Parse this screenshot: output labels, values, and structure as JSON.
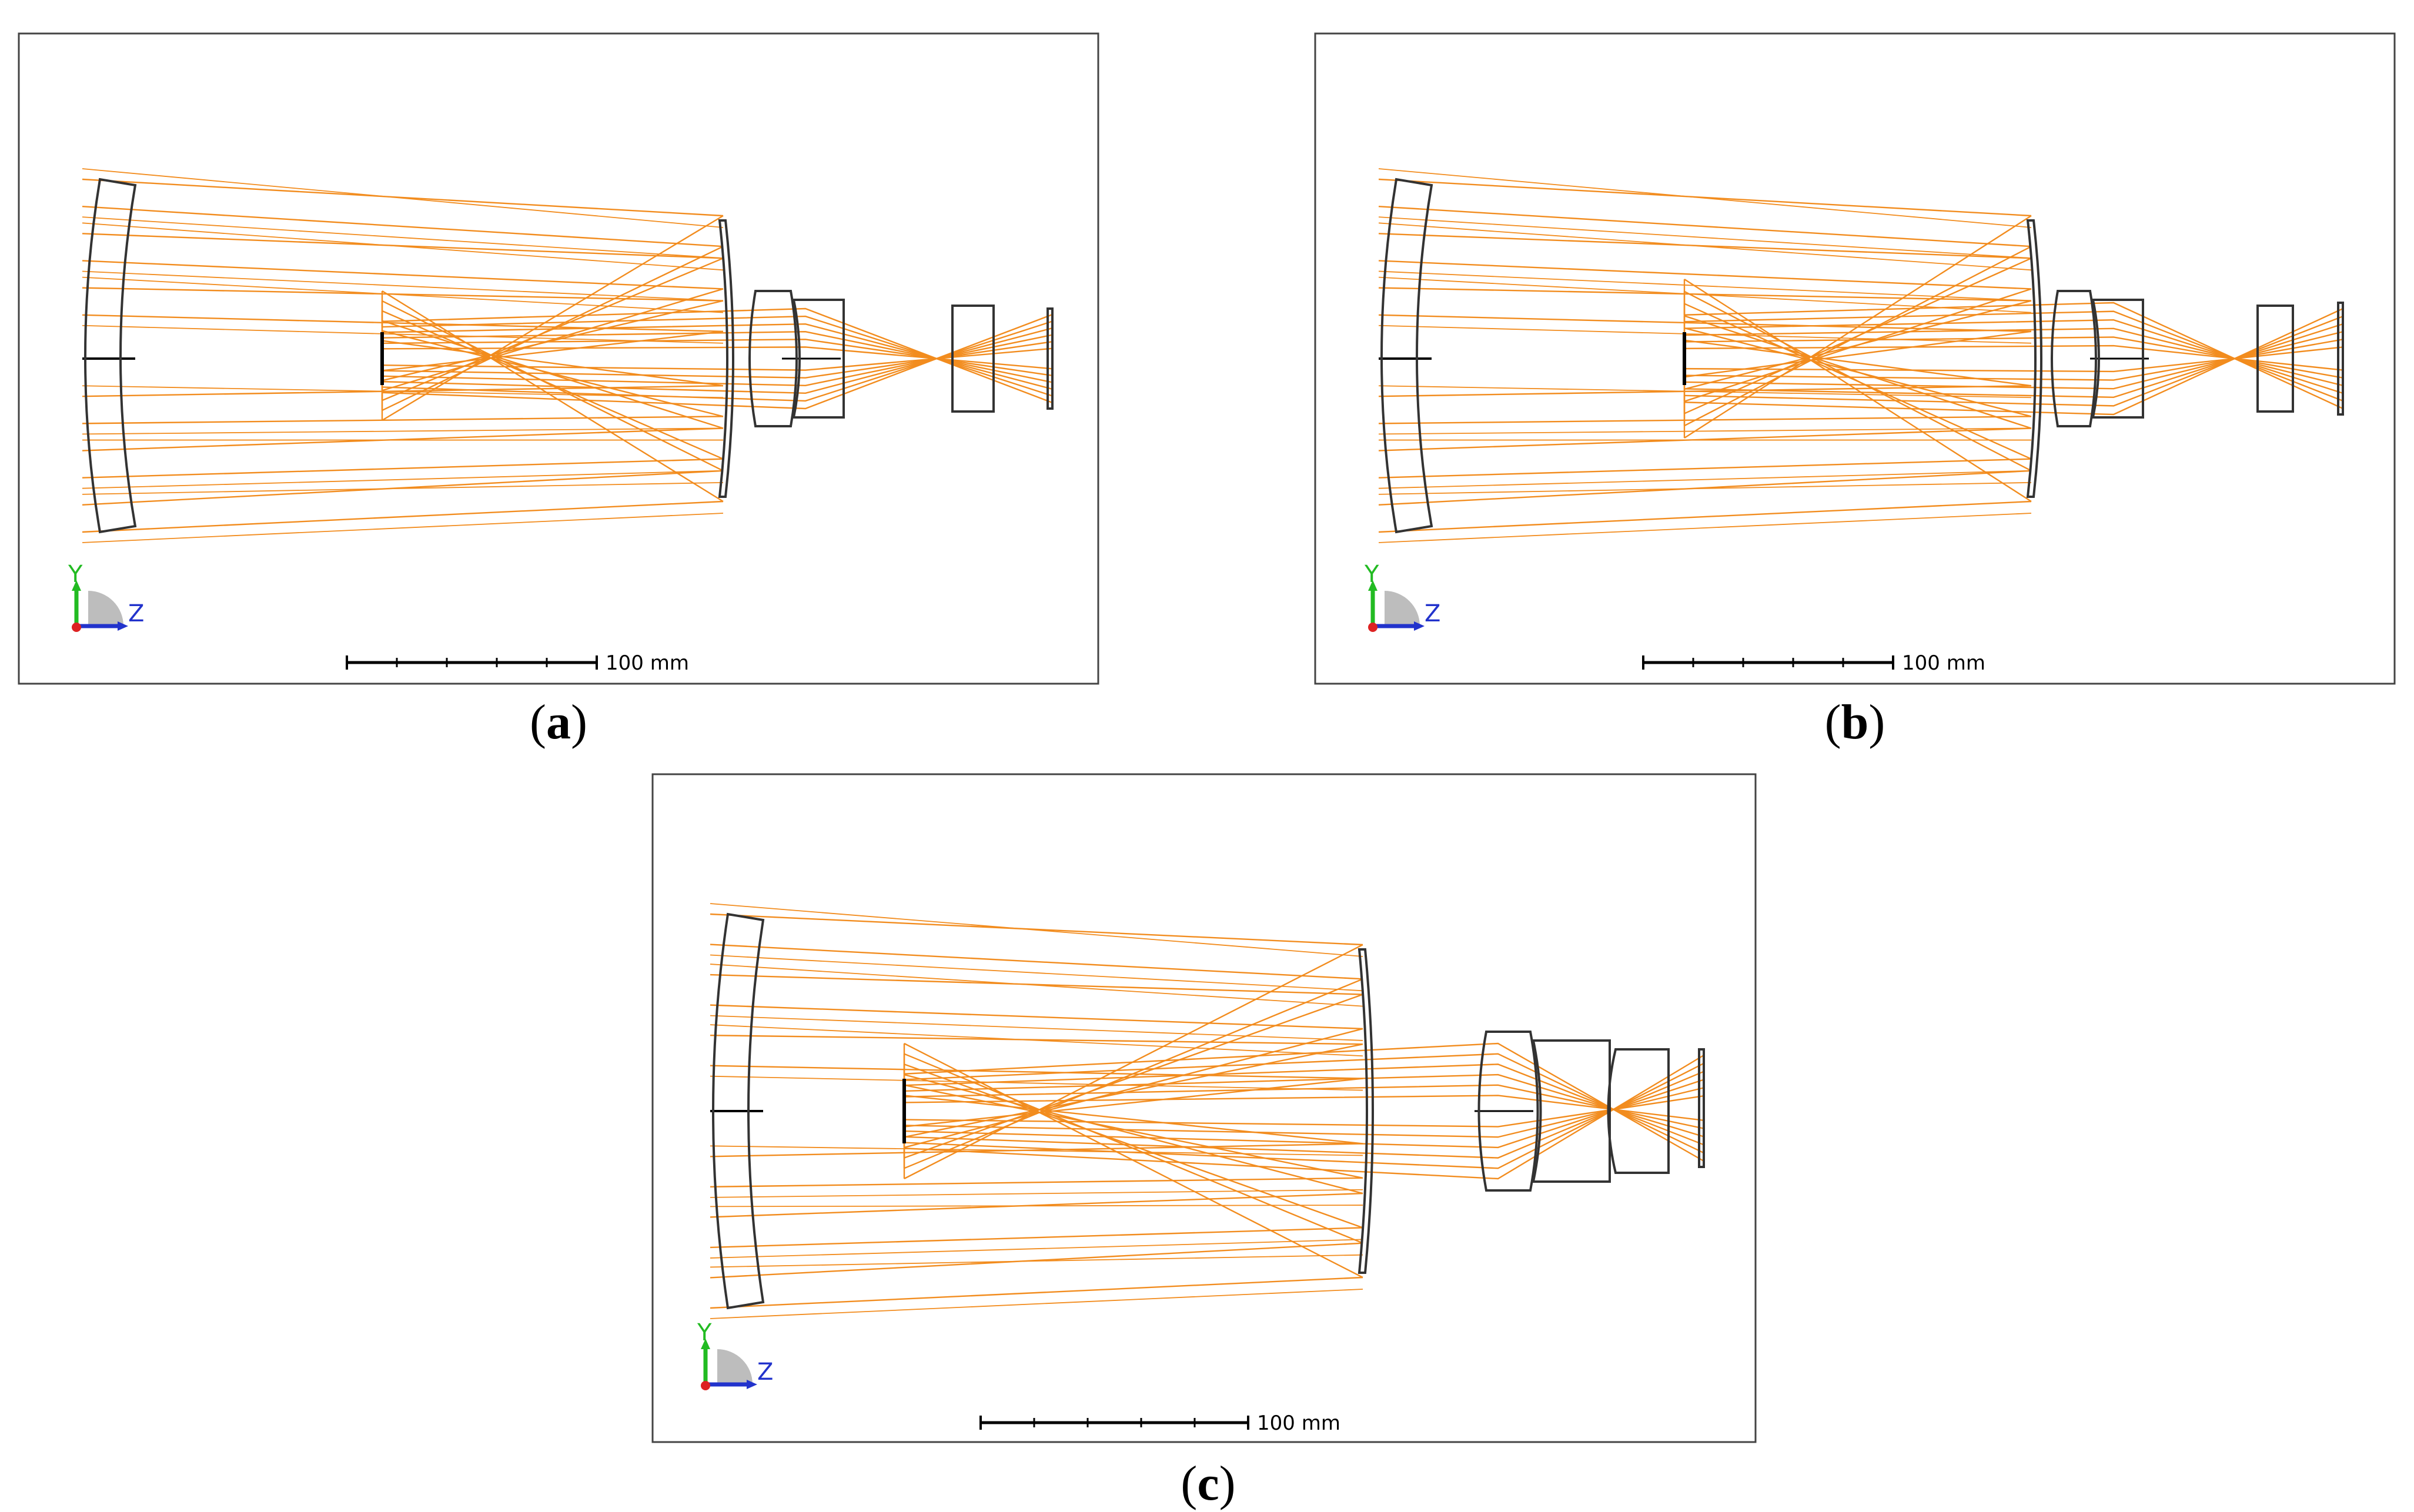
{
  "panels": [
    {
      "id": "a",
      "caption_open": "(",
      "caption_letter": "a",
      "caption_close": ")",
      "scale_label": "100 mm",
      "axis_y": "Y",
      "axis_z": "Z"
    },
    {
      "id": "b",
      "caption_open": "(",
      "caption_letter": "b",
      "caption_close": ")",
      "scale_label": "100 mm",
      "axis_y": "Y",
      "axis_z": "Z"
    },
    {
      "id": "c",
      "caption_open": "(",
      "caption_letter": "c",
      "caption_close": ")",
      "scale_label": "100 mm",
      "axis_y": "Y",
      "axis_z": "Z"
    }
  ],
  "colors": {
    "ray": "#f28c1e",
    "lens_outline": "#333333",
    "frame": "#444444",
    "axis_y": "#22bb22",
    "axis_z": "#2233cc",
    "axis_origin": "#dd2222"
  }
}
